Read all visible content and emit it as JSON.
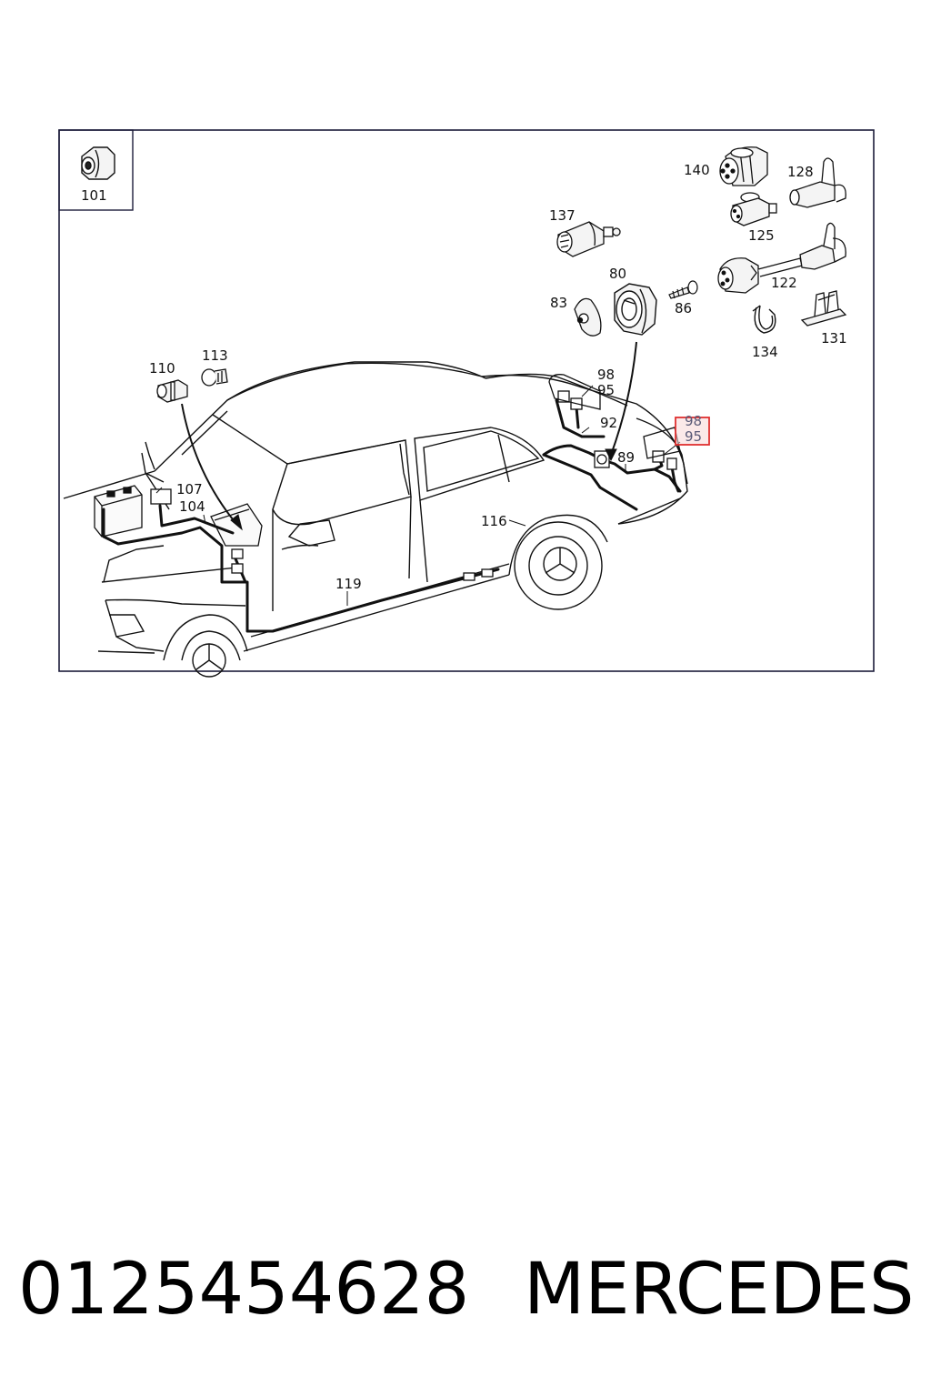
{
  "diagram": {
    "callouts": {
      "c101": "101",
      "c140": "140",
      "c128": "128",
      "c137": "137",
      "c125": "125",
      "c80": "80",
      "c83": "83",
      "c86": "86",
      "c122": "122",
      "c134": "134",
      "c131": "131",
      "c110": "110",
      "c113": "113",
      "c98a": "98",
      "c95a": "95",
      "c92": "92",
      "c98b": "98",
      "c95b": "95",
      "c89": "89",
      "c107": "107",
      "c104": "104",
      "c116": "116",
      "c119": "119"
    },
    "highlight_color": "#e03030",
    "line_color": "#111111",
    "frame_color": "#1c1c3a"
  },
  "footer": {
    "part_number": "0125454628",
    "brand": "MERCEDES"
  }
}
